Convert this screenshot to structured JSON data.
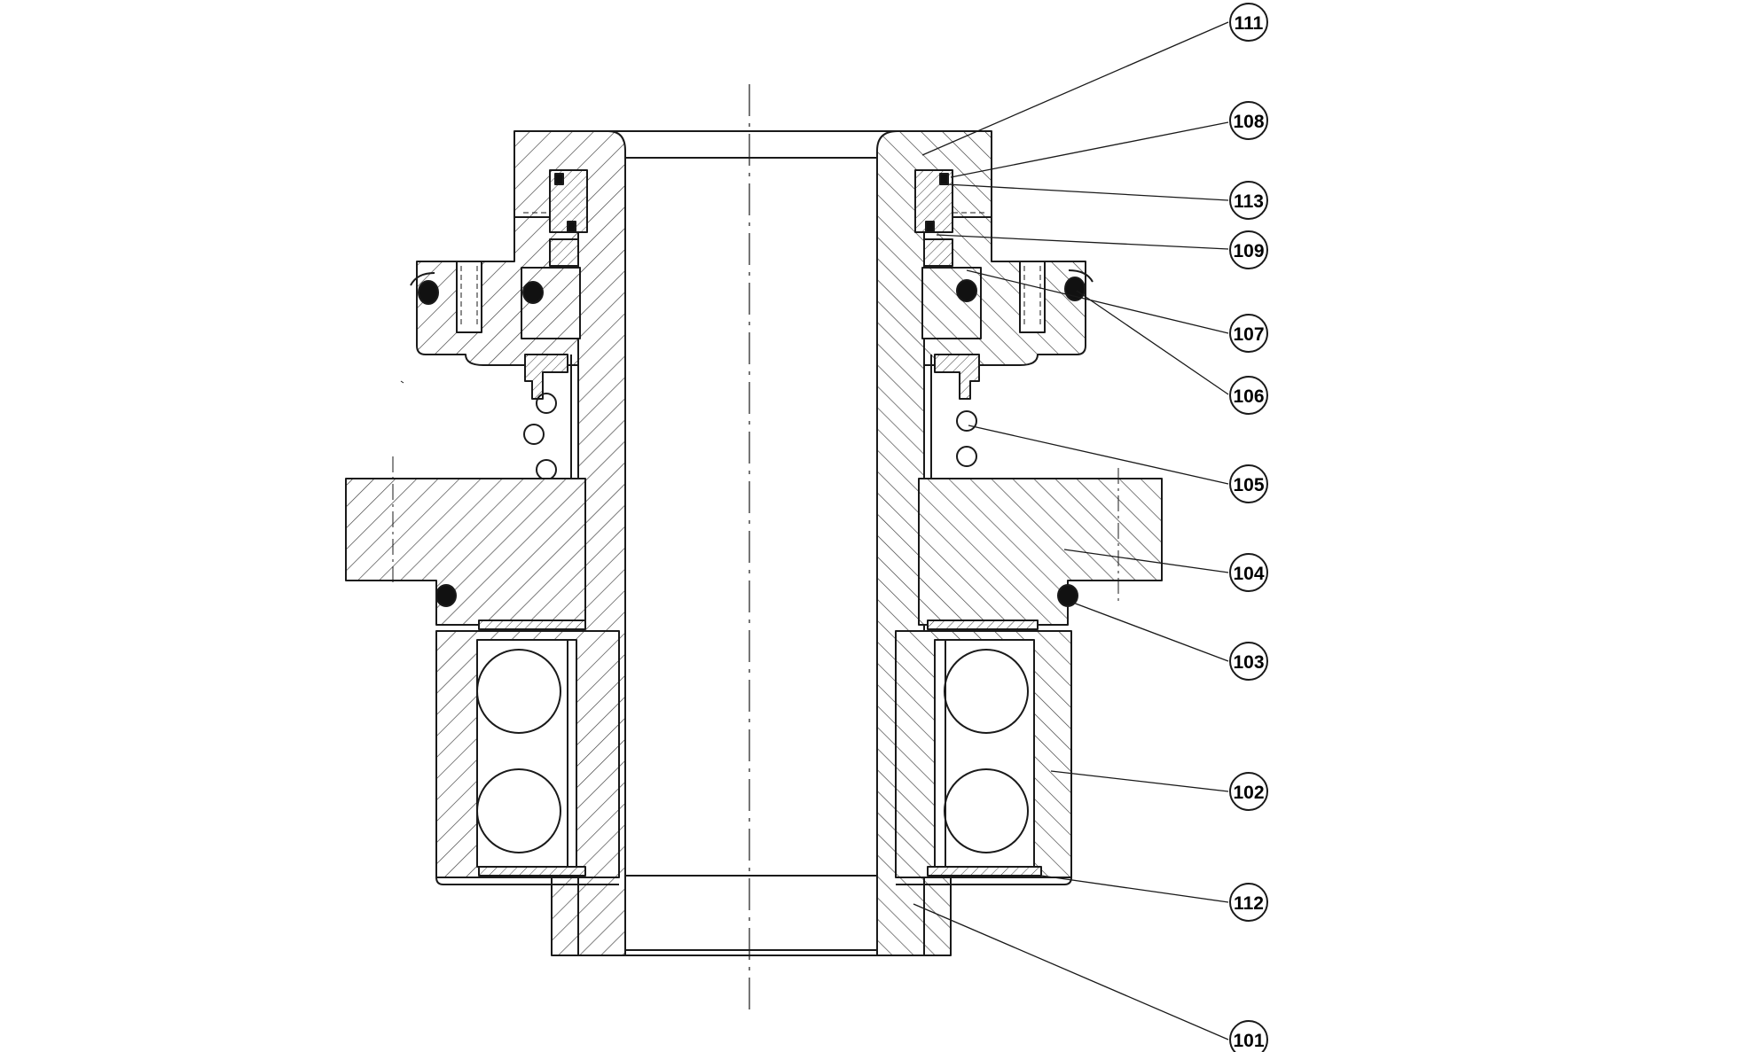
{
  "drawing": {
    "colors": {
      "ink": "#1a1a1a",
      "hatch": "#3a3a3a",
      "background": "#ffffff",
      "seal_fill": "#111111"
    },
    "callouts": [
      {
        "id": "c111",
        "label": "111"
      },
      {
        "id": "c108",
        "label": "108"
      },
      {
        "id": "c113",
        "label": "113"
      },
      {
        "id": "c109",
        "label": "109"
      },
      {
        "id": "c107",
        "label": "107"
      },
      {
        "id": "c106",
        "label": "106"
      },
      {
        "id": "c105",
        "label": "105"
      },
      {
        "id": "c104",
        "label": "104"
      },
      {
        "id": "c103",
        "label": "103"
      },
      {
        "id": "c102",
        "label": "102"
      },
      {
        "id": "c112",
        "label": "112"
      },
      {
        "id": "c101",
        "label": "101"
      }
    ]
  }
}
